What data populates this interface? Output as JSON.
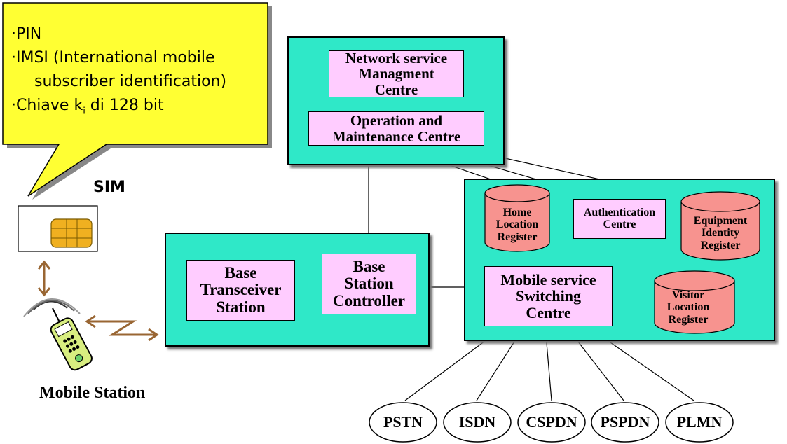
{
  "callout": {
    "lines": [
      "·PIN",
      "·IMSI (International mobile",
      "subscriber identification)",
      "·Chiave k",
      "i",
      " di 128 bit"
    ]
  },
  "sim_label": "SIM",
  "mobile_station_label": "Mobile Station",
  "nms": {
    "line1": "Network service",
    "line2": "Managment",
    "line3": "Centre"
  },
  "omc": {
    "line1": "Operation and",
    "line2": "Maintenance Centre"
  },
  "bts": {
    "line1": "Base",
    "line2": "Transceiver",
    "line3": "Station"
  },
  "bsc": {
    "line1": "Base",
    "line2": "Station",
    "line3": "Controller"
  },
  "msc": {
    "line1": "Mobile service",
    "line2": "Switching",
    "line3": "Centre"
  },
  "auc": {
    "line1": "Authentication",
    "line2": "Centre"
  },
  "hlr": {
    "line1": "Home",
    "line2": "Location",
    "line3": "Register"
  },
  "eir": {
    "line1": "Equipment",
    "line2": "Identity",
    "line3": "Register"
  },
  "vlr": {
    "line1": "Visitor",
    "line2": "Location",
    "line3": "Register"
  },
  "networks": [
    "PSTN",
    "ISDN",
    "CSPDN",
    "PSPDN",
    "PLMN"
  ],
  "colors": {
    "panel": "#2fe8c8",
    "box": "#ffccff",
    "cylinder": "#f7938f",
    "callout": "#ffff33",
    "arrow": "#996633"
  }
}
